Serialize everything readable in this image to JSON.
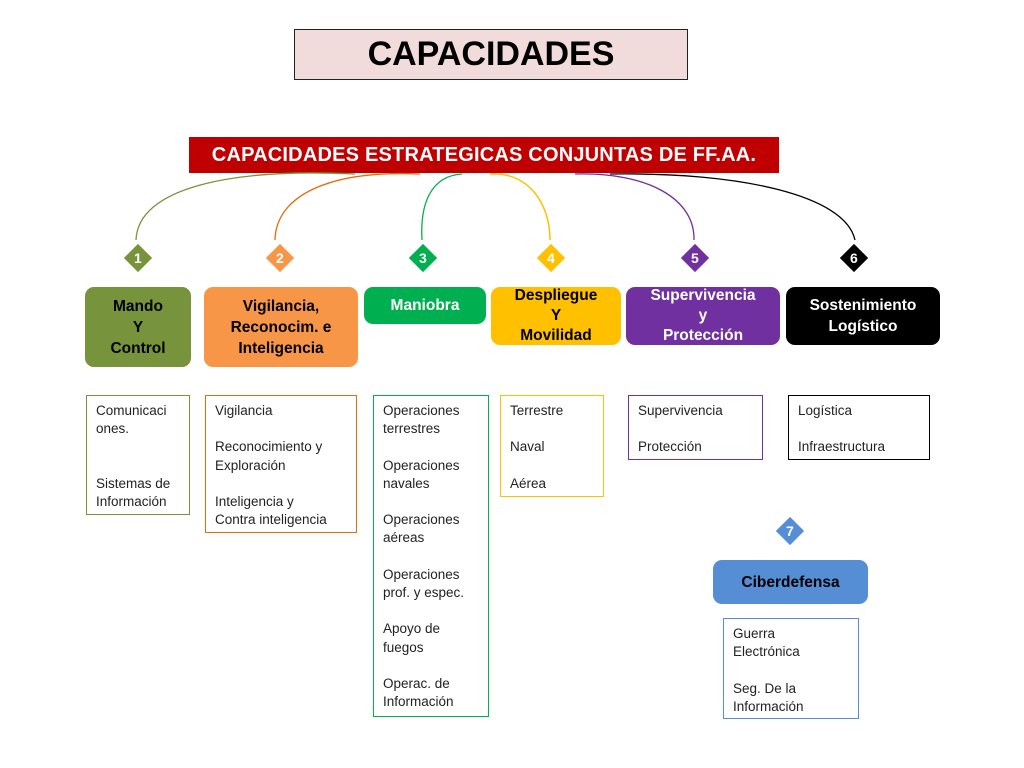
{
  "title": "CAPACIDADES",
  "banner": "CAPACIDADES ESTRATEGICAS CONJUNTAS DE FF.AA.",
  "colors": {
    "banner": "#c00000",
    "title_bg": "#f2dcdb",
    "mando": "#77933c",
    "vigilancia": "#f79646",
    "maniobra": "#00b050",
    "despliegue": "#ffc000",
    "supervivencia": "#7030a0",
    "sostenimiento": "#000000",
    "ciberdefensa": "#558ed5"
  },
  "capabilities": [
    {
      "number": "1",
      "label": "Mando\nY\nControl",
      "items": [
        "Comunicaci\nones.",
        "\nSistemas de\nInformación"
      ]
    },
    {
      "number": "2",
      "label": "Vigilancia,\nReconocim. e\nInteligencia",
      "items": [
        "Vigilancia",
        "Reconocimiento y\nExploración",
        "Inteligencia y\nContra inteligencia"
      ]
    },
    {
      "number": "3",
      "label": "Maniobra",
      "items": [
        "Operaciones\nterrestres",
        "Operaciones\nnavales",
        "Operaciones\naéreas",
        "Operaciones\nprof. y espec.",
        "Apoyo de\nfuegos",
        "Operac. de\nInformación"
      ]
    },
    {
      "number": "4",
      "label": "Despliegue\nY\nMovilidad",
      "items": [
        "Terrestre",
        "Naval",
        "Aérea"
      ]
    },
    {
      "number": "5",
      "label": "Supervivencia\ny\nProtección",
      "items": [
        "Supervivencia",
        "Protección"
      ]
    },
    {
      "number": "6",
      "label": "Sostenimiento\nLogístico",
      "items": [
        "Logística",
        "Infraestructura"
      ]
    },
    {
      "number": "7",
      "label": "Ciberdefensa",
      "items": [
        "Guerra\nElectrónica",
        "Seg. De la\nInformación"
      ]
    }
  ]
}
